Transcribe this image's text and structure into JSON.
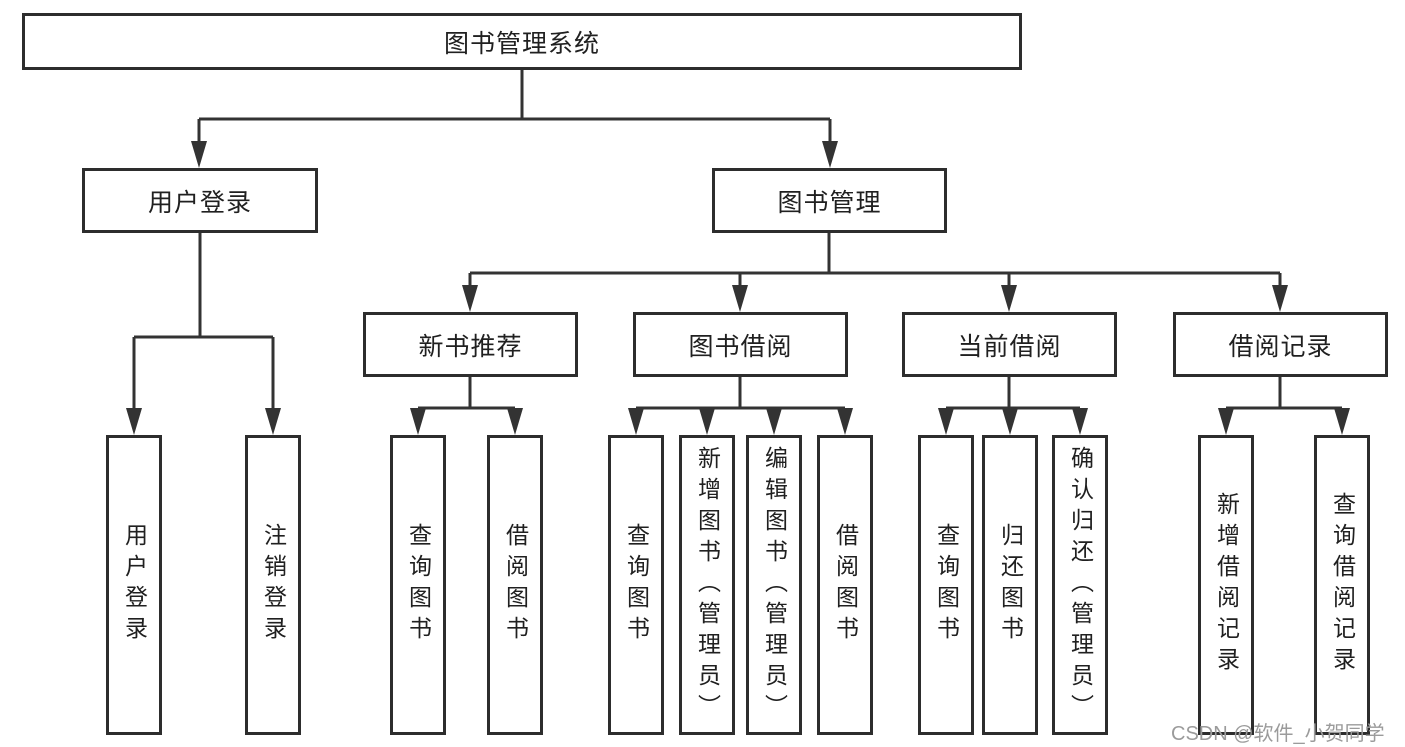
{
  "diagram": {
    "root": {
      "label": "图书管理系统"
    },
    "level2": [
      {
        "label": "用户登录"
      },
      {
        "label": "图书管理"
      }
    ],
    "level3": [
      {
        "label": "新书推荐",
        "parent": "图书管理"
      },
      {
        "label": "图书借阅",
        "parent": "图书管理"
      },
      {
        "label": "当前借阅",
        "parent": "图书管理"
      },
      {
        "label": "借阅记录",
        "parent": "图书管理"
      }
    ],
    "leaves": [
      {
        "label": "用户登录",
        "parent": "用户登录"
      },
      {
        "label": "注销登录",
        "parent": "用户登录"
      },
      {
        "label": "查询图书",
        "parent": "新书推荐"
      },
      {
        "label": "借阅图书",
        "parent": "新书推荐"
      },
      {
        "label": "查询图书",
        "parent": "图书借阅"
      },
      {
        "label": "新增图书（管理员）",
        "parent": "图书借阅"
      },
      {
        "label": "编辑图书（管理员）",
        "parent": "图书借阅"
      },
      {
        "label": "借阅图书",
        "parent": "图书借阅"
      },
      {
        "label": "查询图书",
        "parent": "当前借阅"
      },
      {
        "label": "归还图书",
        "parent": "当前借阅"
      },
      {
        "label": "确认归还（管理员）",
        "parent": "当前借阅"
      },
      {
        "label": "新增借阅记录",
        "parent": "借阅记录"
      },
      {
        "label": "查询借阅记录",
        "parent": "借阅记录"
      }
    ],
    "colors": {
      "line": "#333333",
      "box_border": "#2d2d2d",
      "box_fill": "#ffffff",
      "text": "#202020",
      "watermark": "#9b9b9b"
    }
  },
  "watermark": {
    "text": "CSDN @软件_小贺同学"
  }
}
